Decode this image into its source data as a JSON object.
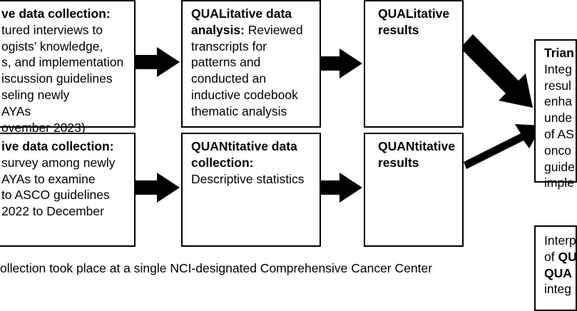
{
  "boxes": {
    "qual_collection": {
      "heading": "ve data collection:",
      "lines": [
        "tured interviews to",
        "ogists’ knowledge,",
        "s, and implementation",
        "iscussion guidelines",
        "seling newly",
        "AYAs",
        "ovember 2023)"
      ]
    },
    "qual_analysis": {
      "heading": "QUALitative data",
      "heading2": "analysis:",
      "line2_rest": " Reviewed",
      "lines": [
        "transcripts for",
        "patterns and",
        "conducted an",
        "inductive codebook",
        "thematic analysis"
      ]
    },
    "qual_results": {
      "lines": [
        "QUALitative",
        "results"
      ]
    },
    "quant_collection": {
      "heading": "ive data collection:",
      "lines": [
        "survey among newly",
        "AYAs to examine",
        "to ASCO guidelines",
        "2022 to December"
      ]
    },
    "quant_analysis": {
      "heading": "QUANtitative data",
      "heading2": "collection:",
      "lines": [
        "Descriptive statistics"
      ]
    },
    "quant_results": {
      "lines": [
        "QUANtitative",
        "results"
      ]
    },
    "triangulation": {
      "heading": "Trian",
      "lines": [
        "Integ",
        "resul",
        "enha",
        "unde",
        "of AS",
        "onco",
        "guide",
        "imple"
      ]
    },
    "interpretation": {
      "line1": "Interp",
      "line2_plain": "of ",
      "line2_bold": "QU",
      "line3_bold": "QUA",
      "line4": "integ"
    }
  },
  "footnote": "ollection took place at a single NCI-designated Comprehensive Cancer Center"
}
